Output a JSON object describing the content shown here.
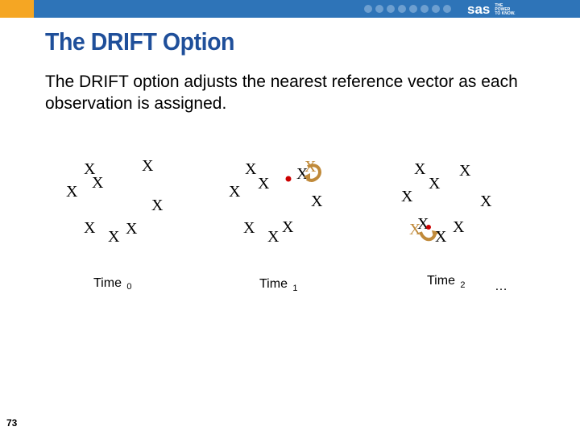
{
  "header": {
    "brand": "sas",
    "brand_tagline": [
      "THE",
      "POWER",
      "TO KNOW."
    ]
  },
  "slide": {
    "title": "The DRIFT Option",
    "body": "The DRIFT option adjusts the nearest reference vector as each observation is assigned.",
    "page_number": "73"
  },
  "diagram": {
    "point_symbol": "X",
    "frames": [
      {
        "time_label": "Time",
        "time_subscript": "0"
      },
      {
        "time_label": "Time",
        "time_subscript": "1"
      },
      {
        "time_label": "Time",
        "time_subscript": "2"
      }
    ],
    "continuation": "…",
    "colors": {
      "reference_vector": "#cc0000",
      "drift_arrow": "#c08a3a",
      "title": "#1f4f9a",
      "header_bar": "#2e74b8"
    }
  }
}
